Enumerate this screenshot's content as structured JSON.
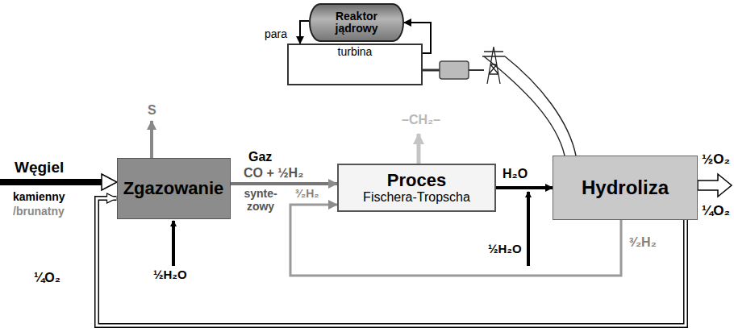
{
  "diagram": {
    "nodes": [
      {
        "text": [
          "Reaktor jądrowy"
        ]
      },
      {
        "text": [
          "turbina"
        ]
      },
      {
        "text": [
          "Zgazowanie"
        ]
      },
      {
        "text": [
          "Proces",
          "Fischera-Tropscha"
        ]
      },
      {
        "text": [
          "Hydroliza"
        ]
      }
    ],
    "edges": [
      {
        "from": 0,
        "to": 1,
        "arrow": "to",
        "label": "para"
      },
      {
        "from": 1,
        "to": 0,
        "arrow": "to"
      },
      {
        "from": 2,
        "to": 3,
        "arrow": "to"
      },
      {
        "from": 3,
        "to": 4,
        "arrow": "to",
        "label": "H₂O"
      },
      {
        "from": 4,
        "to": 3,
        "arrow": "to",
        "label": "³⁄₂H₂"
      },
      {
        "from": 4,
        "to": 2,
        "arrow": "to",
        "label": "¼O₂"
      }
    ],
    "labels": [
      "S",
      "Węgiel",
      "kamienny",
      "/brunatny",
      "½H₂O",
      "Gaz",
      "CO + ½H₂",
      "synte- zowy",
      "³⁄₂H₂",
      "–CH₂–",
      "½H₂O",
      "½O₂",
      "¼O₂"
    ]
  }
}
